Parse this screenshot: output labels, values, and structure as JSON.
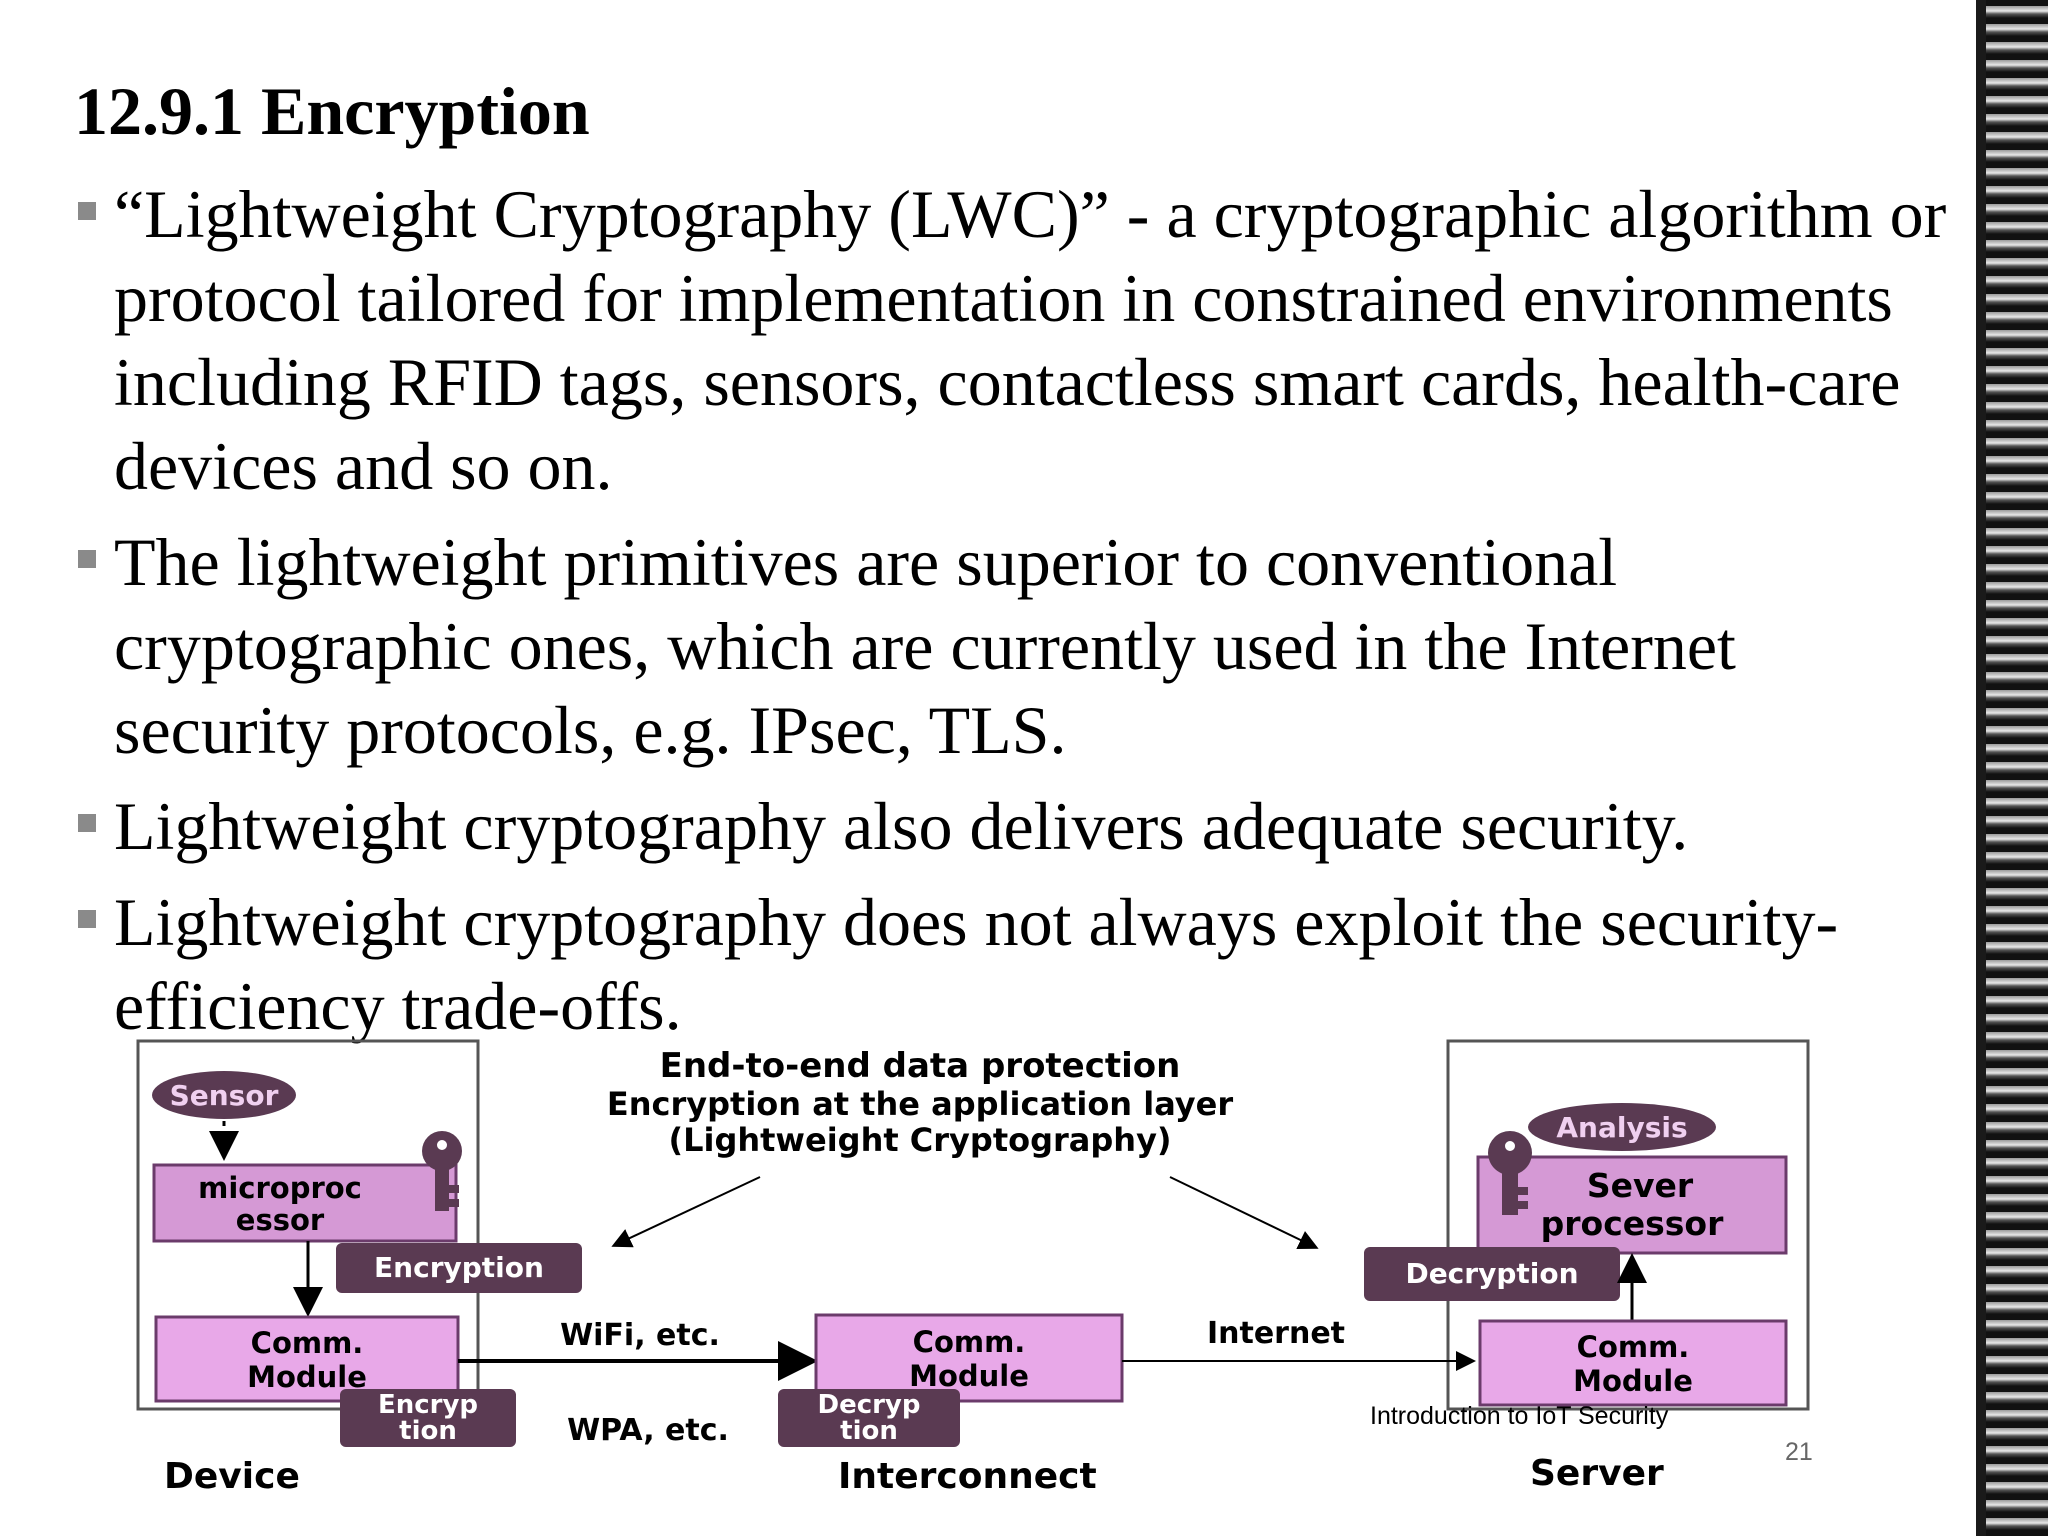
{
  "slide": {
    "title": "12.9.1 Encryption",
    "bullets": [
      "“Lightweight Cryptography (LWC)” - a cryptographic algorithm or protocol tailored for implementation in constrained environments including RFID tags, sensors, contactless smart cards, health-care devices and so on.",
      "The lightweight primitives are superior to conventional cryptographic ones, which are currently used in the Internet security protocols, e.g. IPsec, TLS.",
      "Lightweight cryptography also delivers adequate security.",
      "Lightweight cryptography does not always exploit the security-efficiency trade-offs."
    ],
    "footer_caption": "Introduction to IoT Security",
    "page_number": "21"
  },
  "diagram": {
    "heading_line1": "End-to-end data protection",
    "heading_line2": "Encryption at the application layer",
    "heading_line3": "(Lightweight Cryptography)",
    "device": {
      "sensor": "Sensor",
      "micro_line1": "microproc",
      "micro_line2": "essor",
      "encryption": "Encryption",
      "comm_line1": "Comm.",
      "comm_line2": "Module",
      "encryp_line1": "Encryp",
      "encryp_line2": "tion",
      "label": "Device"
    },
    "interconnect": {
      "wifi": "WiFi, etc.",
      "wpa": "WPA, etc.",
      "comm_line1": "Comm.",
      "comm_line2": "Module",
      "decryp_line1": "Decryp",
      "decryp_line2": "tion",
      "internet": "Internet",
      "label": "Interconnect"
    },
    "server": {
      "analysis": "Analysis",
      "sever_line1": "Sever",
      "sever_line2": "processor",
      "decryption": "Decryption",
      "comm_line1": "Comm.",
      "comm_line2": "Module",
      "label": "Server"
    },
    "colors": {
      "box_fill": "#d599d5",
      "box_fill_light": "#e8a8e8",
      "box_stroke": "#6b3b6b",
      "tag_fill": "#5a3a52",
      "tag_text": "#ffffff",
      "frame_stroke": "#555555"
    }
  }
}
